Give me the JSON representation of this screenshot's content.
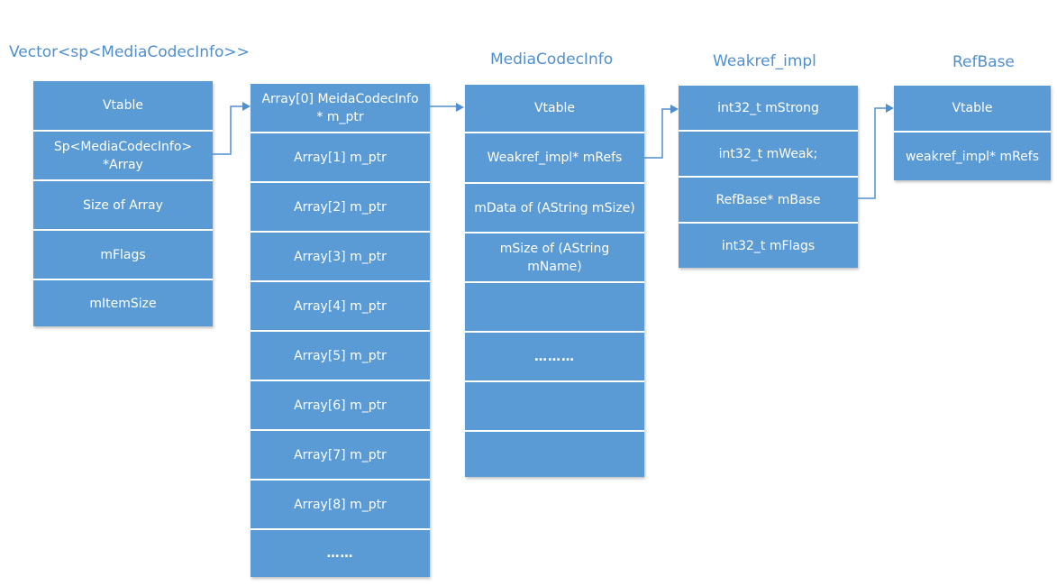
{
  "vector": {
    "title": "Vector<sp<MediaCodecInfo>>",
    "cells": [
      "Vtable",
      "Sp<MediaCodecInfo>\n*Array",
      "Size of Array",
      "mFlags",
      "mItemSize"
    ]
  },
  "array": {
    "cells": [
      "Array[0] MeidaCodecInfo\n* m_ptr",
      "Array[1] m_ptr",
      "Array[2] m_ptr",
      "Array[3] m_ptr",
      "Array[4] m_ptr",
      "Array[5] m_ptr",
      "Array[6] m_ptr",
      "Array[7] m_ptr",
      "Array[8] m_ptr",
      "……"
    ]
  },
  "media_codec_info": {
    "title": "MediaCodecInfo",
    "cells": [
      "Vtable",
      "Weakref_impl* mRefs",
      "mData of (AString mSize)",
      "mSize of (AString\nmName)",
      "",
      "………",
      "",
      ""
    ]
  },
  "weakref_impl": {
    "title": "Weakref_impl",
    "cells": [
      "int32_t    mStrong",
      "int32_t    mWeak;",
      "RefBase*  mBase",
      "int32_t    mFlags"
    ]
  },
  "refbase": {
    "title": "RefBase",
    "cells": [
      "Vtable",
      "weakref_impl* mRefs"
    ]
  },
  "colors": {
    "cell_fill": "#5b9bd5",
    "title_text": "#4f8fd0",
    "connector": "#4f8fd0"
  }
}
